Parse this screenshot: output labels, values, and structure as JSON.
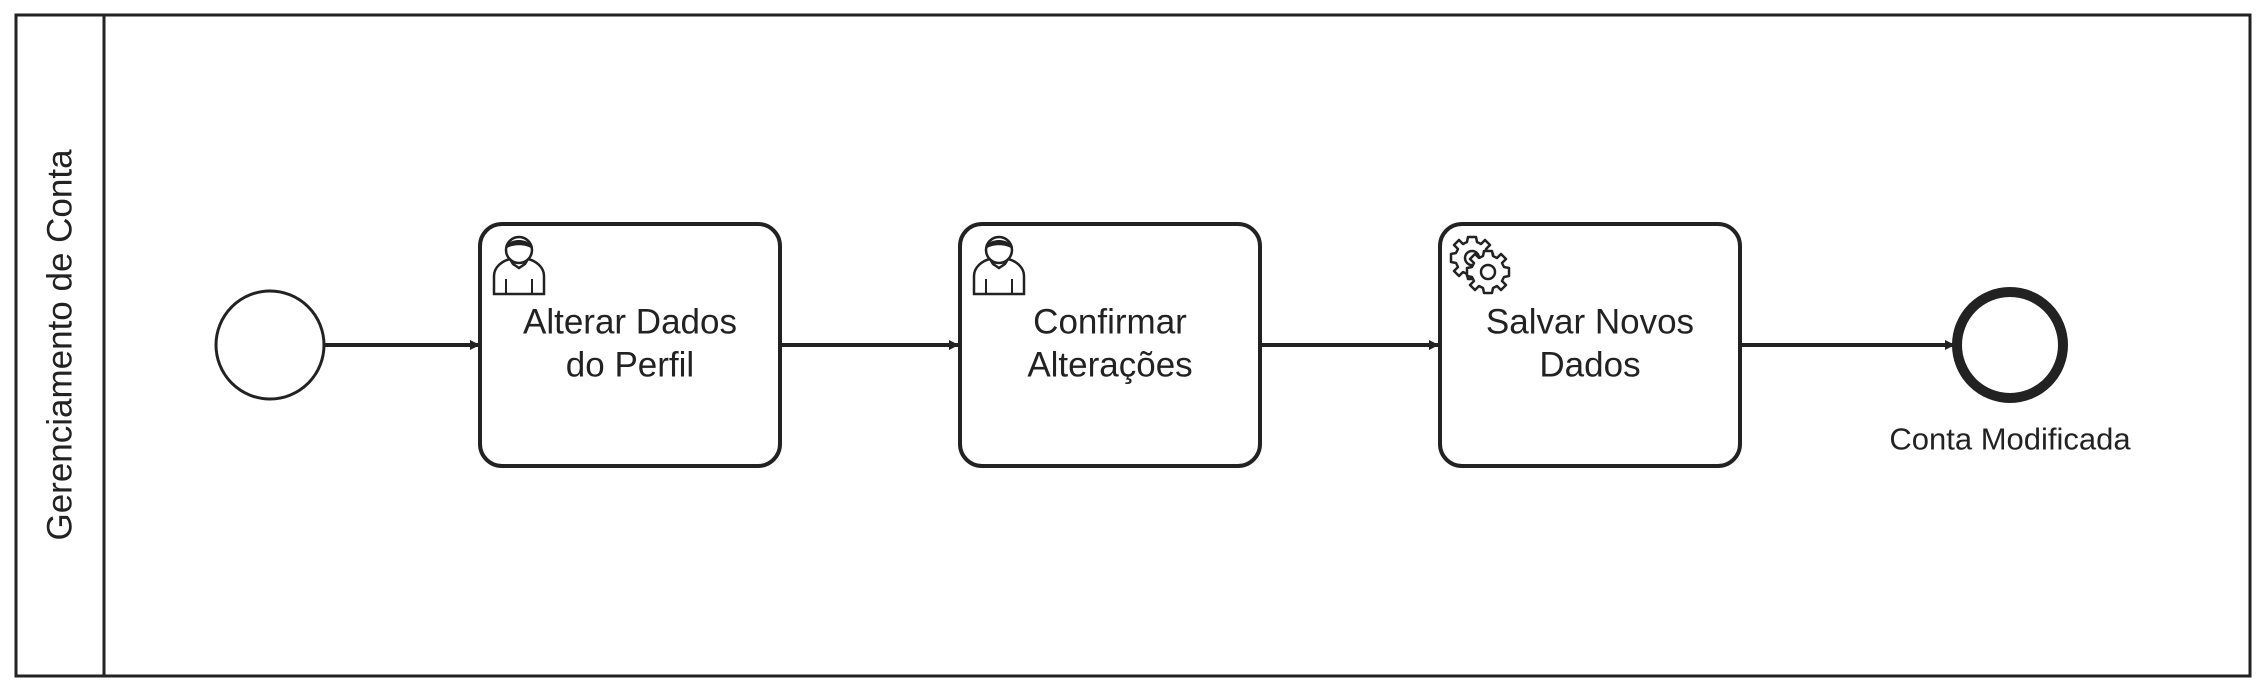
{
  "pool": {
    "lane_label": "Gerenciamento de Conta"
  },
  "tasks": [
    {
      "line1": "Alterar Dados",
      "line2": "do Perfil",
      "icon": "user-icon"
    },
    {
      "line1": "Confirmar",
      "line2": "Alterações",
      "icon": "user-icon"
    },
    {
      "line1": "Salvar Novos",
      "line2": "Dados",
      "icon": "gear-icon"
    }
  ],
  "end_event": {
    "label": "Conta Modificada"
  },
  "colors": {
    "stroke": "#222222",
    "background": "#ffffff"
  }
}
